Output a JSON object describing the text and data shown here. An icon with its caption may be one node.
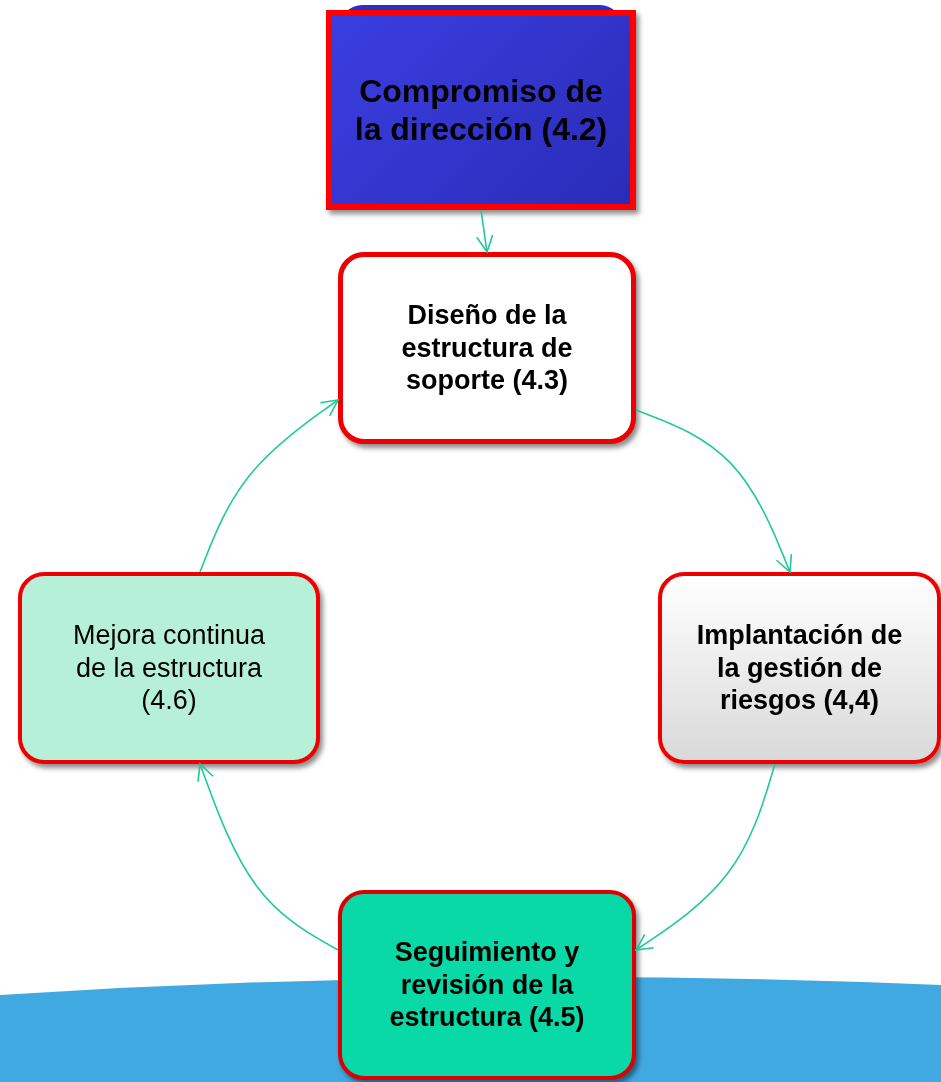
{
  "diagram": {
    "nodes": [
      {
        "text": [
          "Compromiso de la dirección (4.2)"
        ]
      },
      {
        "text": [
          "Diseño de la estructura de soporte (4.3)"
        ]
      },
      {
        "text": [
          "Implantación de la gestión de riesgos (4,4)"
        ]
      },
      {
        "text": [
          "Mejora continua de la estructura (4.6)"
        ]
      },
      {
        "text": [
          "**Seguimiento y revisión de la estructura (4.5**)"
        ]
      }
    ],
    "edges": [
      {
        "from": 0,
        "to": 1,
        "arrow": "to"
      },
      {
        "from": 1,
        "to": 2,
        "arrow": "to"
      },
      {
        "from": 2,
        "to": 4,
        "arrow": "to"
      },
      {
        "from": 4,
        "to": 3,
        "arrow": "to"
      },
      {
        "from": 3,
        "to": 1,
        "arrow": "to"
      }
    ]
  }
}
